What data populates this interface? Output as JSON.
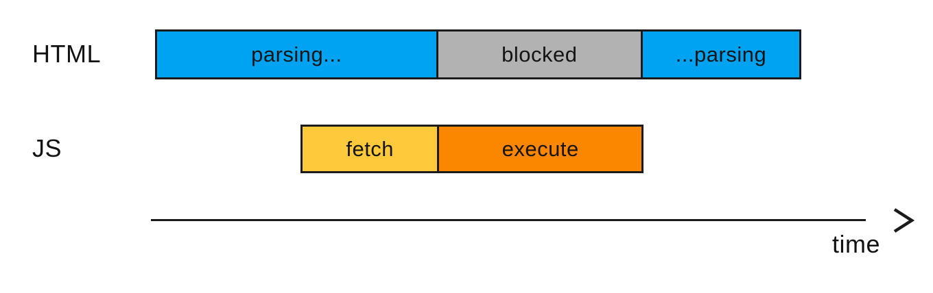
{
  "diagram": {
    "rows": [
      {
        "label": "HTML",
        "segments": [
          {
            "label": "parsing...",
            "color_key": "blue"
          },
          {
            "label": "blocked",
            "color_key": "gray"
          },
          {
            "label": "...parsing",
            "color_key": "blue"
          }
        ]
      },
      {
        "label": "JS",
        "segments": [
          {
            "label": "fetch",
            "color_key": "yellow"
          },
          {
            "label": "execute",
            "color_key": "orange"
          }
        ]
      }
    ],
    "axis": {
      "label": "time"
    }
  },
  "colors": {
    "blue": "#00A3F2",
    "gray": "#B2B2B2",
    "yellow": "#FEC93B",
    "orange": "#FB8600",
    "border": "#1A1A1A",
    "text": "#121212",
    "background": "#FFFFFF"
  }
}
